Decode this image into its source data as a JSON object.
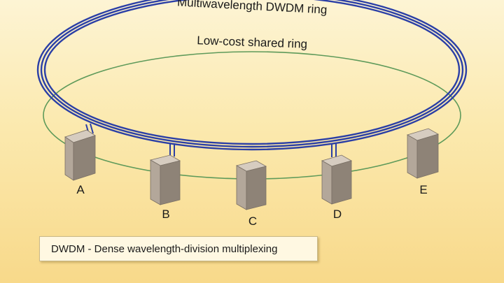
{
  "diagram": {
    "dwdm_ring_label": "Multiwavelength DWDM ring",
    "shared_ring_label": "Low-cost shared ring",
    "nodes": [
      {
        "id": "A",
        "label": "A",
        "dwdm_connected": true
      },
      {
        "id": "B",
        "label": "B",
        "dwdm_connected": true
      },
      {
        "id": "C",
        "label": "C",
        "dwdm_connected": false
      },
      {
        "id": "D",
        "label": "D",
        "dwdm_connected": true
      },
      {
        "id": "E",
        "label": "E",
        "dwdm_connected": false
      }
    ],
    "legend": "DWDM - Dense wavelength-division multiplexing"
  },
  "colors": {
    "dwdm_ring": "#2b3fa6",
    "shared_ring": "#5e9a5a",
    "server_front": "#b3a79a",
    "server_side": "#8e8377",
    "server_top": "#d6ccc0",
    "background_top": "#fdf4d4",
    "background_bottom": "#f8d98a"
  }
}
